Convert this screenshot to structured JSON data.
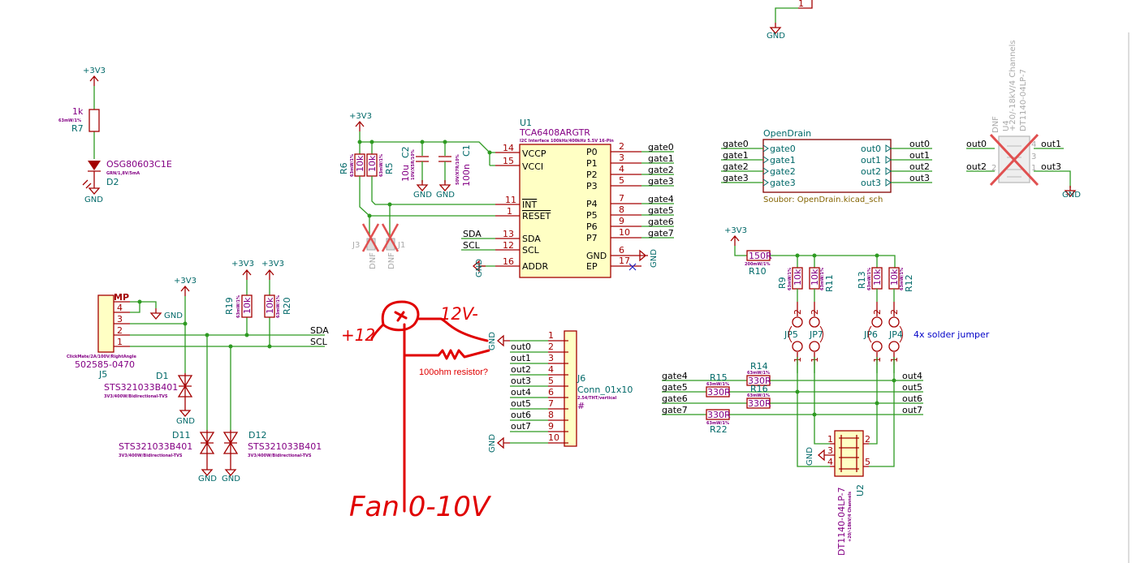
{
  "colors": {
    "wire": "#2e9a22",
    "component": "#a30000",
    "fill": "#ffffc4",
    "reference": "#006868",
    "value": "#840084",
    "annotation": "#e00000",
    "note": "#0000c8"
  },
  "power": {
    "p3v3": "+3V3",
    "gnd": "GND"
  },
  "top": {
    "pin": "1"
  },
  "led": {
    "r_value": "1k",
    "r_spec": "63mW/1%",
    "r_ref": "R7",
    "d_value": "OSG80603C1E",
    "d_spec": "GRN/1,8V/5mA",
    "d_ref": "D2"
  },
  "u1": {
    "ref": "U1",
    "value": "TCA6408ARGTR",
    "desc": "I2C Interface 100kHz/400kHz 5.5V 16-Pin",
    "left_pins": [
      {
        "num": "14",
        "name": "VCCP"
      },
      {
        "num": "15",
        "name": "VCCI"
      },
      {
        "num": "11",
        "name": "INT"
      },
      {
        "num": "1",
        "name": "RESET"
      },
      {
        "num": "13",
        "name": "SDA"
      },
      {
        "num": "12",
        "name": "SCL"
      },
      {
        "num": "16",
        "name": "ADDR"
      }
    ],
    "right_pins": [
      {
        "num": "2",
        "name": "P0",
        "net": "gate0"
      },
      {
        "num": "3",
        "name": "P1",
        "net": "gate1"
      },
      {
        "num": "4",
        "name": "P2",
        "net": "gate2"
      },
      {
        "num": "5",
        "name": "P3",
        "net": "gate3"
      },
      {
        "num": "7",
        "name": "P4",
        "net": "gate4"
      },
      {
        "num": "8",
        "name": "P5",
        "net": "gate5"
      },
      {
        "num": "9",
        "name": "P6",
        "net": "gate6"
      },
      {
        "num": "10",
        "name": "P7",
        "net": "gate7"
      },
      {
        "num": "6",
        "name": "GND",
        "net": ""
      },
      {
        "num": "17",
        "name": "EP",
        "net": ""
      }
    ],
    "sda": "SDA",
    "scl": "SCL"
  },
  "pullups": {
    "r6_ref": "R6",
    "r5_ref": "R5",
    "value": "10k",
    "spec": "63mW/1%",
    "c2_ref": "C2",
    "c2_value": "10u",
    "c2_spec": "10V/X5R/10%",
    "c1_ref": "C1",
    "c1_value": "100n",
    "c1_spec": "50V/X7R/10%",
    "j3": "J3",
    "j1": "J1",
    "dnf": "DNF",
    "pin1": "1"
  },
  "j5": {
    "ref": "J5",
    "value": "502585-0470",
    "spec": "ClickMate/2A/100V/RightAngle",
    "pins": [
      "MP",
      "4",
      "3",
      "2",
      "1"
    ],
    "sda": "SDA",
    "scl": "SCL",
    "r19_ref": "R19",
    "r20_ref": "R20",
    "r_value": "10k",
    "r_spec": "63mW/1%",
    "d1_ref": "D1",
    "d11_ref": "D11",
    "d12_ref": "D12",
    "d_value": "STS321033B401",
    "d_spec": "3V3/400W/Bidirectional-TVS"
  },
  "j6": {
    "ref": "J6",
    "value": "Conn_01x10",
    "spec": "2.54/THT/vertical",
    "extra": "#",
    "pins": [
      "1",
      "2",
      "3",
      "4",
      "5",
      "6",
      "7",
      "8",
      "9",
      "10"
    ],
    "nets": [
      "",
      "out0",
      "out1",
      "out2",
      "out3",
      "out4",
      "out5",
      "out6",
      "out7",
      ""
    ]
  },
  "sheet": {
    "name": "OpenDrain",
    "file": "Soubor: OpenDrain.kicad_sch",
    "inputs": [
      "gate0",
      "gate1",
      "gate2",
      "gate3"
    ],
    "outputs": [
      "out0",
      "out1",
      "out2",
      "out3"
    ]
  },
  "u4": {
    "ref": "U4",
    "value": "DT1140-04LP-7",
    "spec": "+20/-18kV/4 Channels",
    "dnf": "DNF",
    "nets": [
      "out0",
      "out1",
      "out2",
      "out3"
    ],
    "pins": [
      "1",
      "2",
      "3",
      "4"
    ]
  },
  "drv": {
    "r10_value": "150R",
    "r10_spec": "200mW/1%",
    "r10_ref": "R10",
    "r_value": "10k",
    "r_spec": "63mW/1%",
    "r9": "R9",
    "r11": "R11",
    "r13": "R13",
    "r12": "R12",
    "jp": [
      "JP5",
      "JP7",
      "JP6",
      "JP4"
    ],
    "jp_pin1": "1",
    "jp_pin2": "2",
    "note": "4x solder jumper",
    "gates": [
      "gate4",
      "gate5",
      "gate6",
      "gate7"
    ],
    "outs": [
      "out4",
      "out5",
      "out6",
      "out7"
    ],
    "series_value": "330R",
    "series_spec": "63mW/1%",
    "r14": "R14",
    "r15": "R15",
    "r16": "R16",
    "r22": "R22",
    "u2_ref": "U2",
    "u2_value": "DT1140-04LP-7",
    "u2_spec": "+20/-18kV/4 Channels",
    "u2_pins": [
      "1",
      "2",
      "3",
      "4",
      "5"
    ]
  },
  "annotations": {
    "plus12": "+12",
    "minus12": "12V-",
    "resistor": "100ohm resistor?",
    "fan": "Fan 0-10V"
  }
}
